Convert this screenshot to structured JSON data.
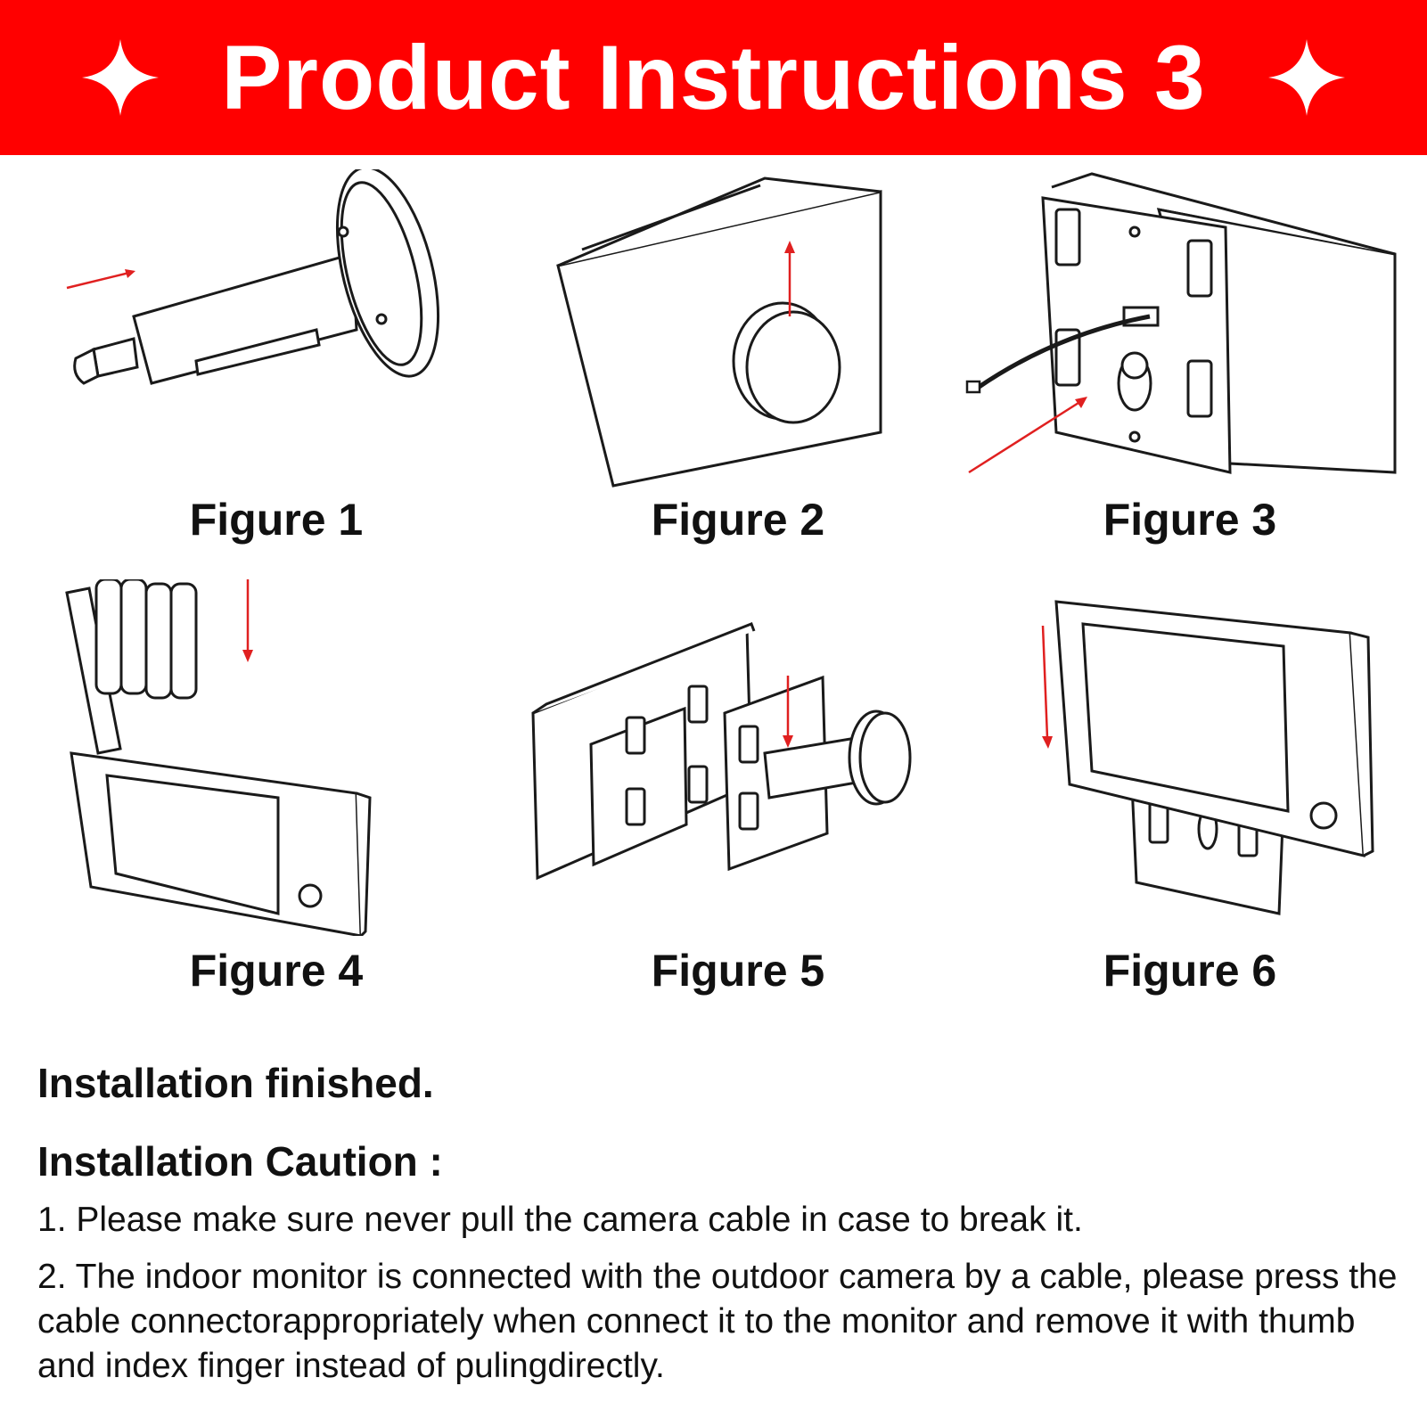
{
  "banner": {
    "title": "Product Instructions 3",
    "background_color": "#ff0000",
    "text_color": "#ffffff",
    "left_icon": "sparkle-star-icon",
    "right_icon": "sparkle-star-icon"
  },
  "figures": [
    {
      "caption": "Figure 1"
    },
    {
      "caption": "Figure 2"
    },
    {
      "caption": "Figure 3"
    },
    {
      "caption": "Figure 4"
    },
    {
      "caption": "Figure 5"
    },
    {
      "caption": "Figure 6"
    }
  ],
  "arrow_color": "#e02020",
  "text": {
    "finished": "Installation finished.",
    "caution_heading": "Installation Caution :",
    "cautions": [
      "1. Please make sure never pull the camera cable in case to break it.",
      "2. The indoor monitor is connected with the outdoor camera by a cable, please press the cable connectorappropriately when connect it to the monitor and remove it with thumb and index finger instead of pulingdirectly."
    ]
  }
}
